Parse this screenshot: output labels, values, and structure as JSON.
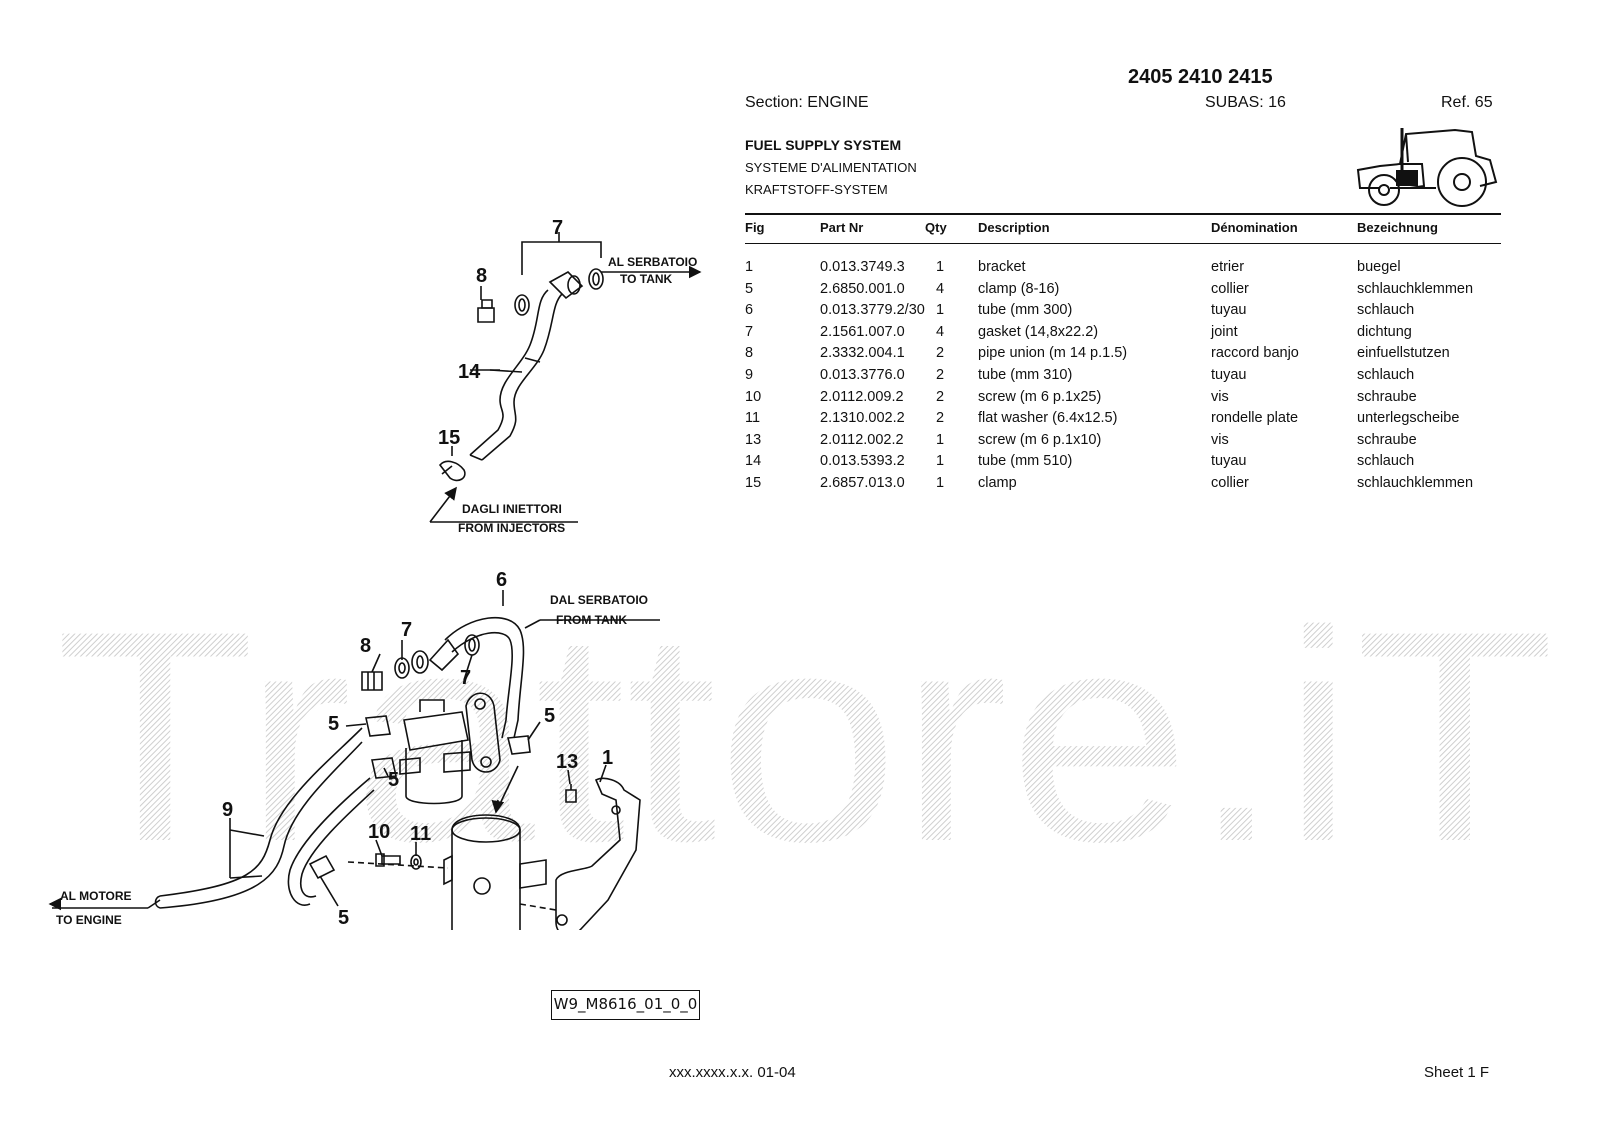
{
  "header": {
    "models": "2405 2410 2415",
    "section": "Section: ENGINE",
    "subas": "SUBAS: 16",
    "ref": "Ref. 65"
  },
  "titles": {
    "en": "FUEL SUPPLY SYSTEM",
    "fr": "SYSTEME D'ALIMENTATION",
    "de": "KRAFTSTOFF-SYSTEM"
  },
  "table": {
    "headers": {
      "fig": "Fig",
      "part": "Part Nr",
      "qty": "Qty",
      "desc": "Description",
      "den": "Dénomination",
      "bez": "Bezeichnung"
    },
    "rows": [
      {
        "fig": "1",
        "part": "0.013.3749.3",
        "qty": "1",
        "desc": "bracket",
        "den": "etrier",
        "bez": "buegel"
      },
      {
        "fig": "5",
        "part": "2.6850.001.0",
        "qty": "4",
        "desc": "clamp (8-16)",
        "den": "collier",
        "bez": "schlauchklemmen"
      },
      {
        "fig": "6",
        "part": "0.013.3779.2/30",
        "qty": "1",
        "desc": "tube (mm 300)",
        "den": "tuyau",
        "bez": "schlauch"
      },
      {
        "fig": "7",
        "part": "2.1561.007.0",
        "qty": "4",
        "desc": "gasket (14,8x22.2)",
        "den": "joint",
        "bez": "dichtung"
      },
      {
        "fig": "8",
        "part": "2.3332.004.1",
        "qty": "2",
        "desc": "pipe union (m 14 p.1.5)",
        "den": "raccord banjo",
        "bez": "einfuellstutzen"
      },
      {
        "fig": "9",
        "part": "0.013.3776.0",
        "qty": "2",
        "desc": "tube (mm 310)",
        "den": "tuyau",
        "bez": "schlauch"
      },
      {
        "fig": "10",
        "part": "2.0112.009.2",
        "qty": "2",
        "desc": "screw (m 6 p.1x25)",
        "den": "vis",
        "bez": "schraube"
      },
      {
        "fig": "11",
        "part": "2.1310.002.2",
        "qty": "2",
        "desc": "flat washer (6.4x12.5)",
        "den": "rondelle plate",
        "bez": "unterlegscheibe"
      },
      {
        "fig": "13",
        "part": "2.0112.002.2",
        "qty": "1",
        "desc": "screw (m 6 p.1x10)",
        "den": "vis",
        "bez": "schraube"
      },
      {
        "fig": "14",
        "part": "0.013.5393.2",
        "qty": "1",
        "desc": "tube (mm 510)",
        "den": "tuyau",
        "bez": "schlauch"
      },
      {
        "fig": "15",
        "part": "2.6857.013.0",
        "qty": "1",
        "desc": "clamp",
        "den": "collier",
        "bez": "schlauchklemmen"
      }
    ]
  },
  "diagram": {
    "labels": {
      "to_tank_it": "AL SERBATOIO",
      "to_tank_en": "TO TANK",
      "from_inj_it": "DAGLI INIETTORI",
      "from_inj_en": "FROM INJECTORS",
      "from_tank_it": "DAL SERBATOIO",
      "from_tank_en": "FROM TANK",
      "to_engine_it": "AL MOTORE",
      "to_engine_en": "TO ENGINE"
    },
    "callouts": {
      "top_7": "7",
      "top_8": "8",
      "top_14": "14",
      "top_15": "15",
      "b_6": "6",
      "b_7a": "7",
      "b_8": "8",
      "b_7b": "7",
      "b_5a": "5",
      "b_5b": "5",
      "b_5c": "5",
      "b_5d": "5",
      "b_13": "13",
      "b_1": "1",
      "b_9": "9",
      "b_10": "10",
      "b_11": "11"
    },
    "drawing_code": "W9_M8616_01_0_0"
  },
  "watermark": "Trattore.iT",
  "footer": {
    "code": "xxx.xxxx.x.x. 01-04",
    "sheet": "Sheet 1 F"
  }
}
